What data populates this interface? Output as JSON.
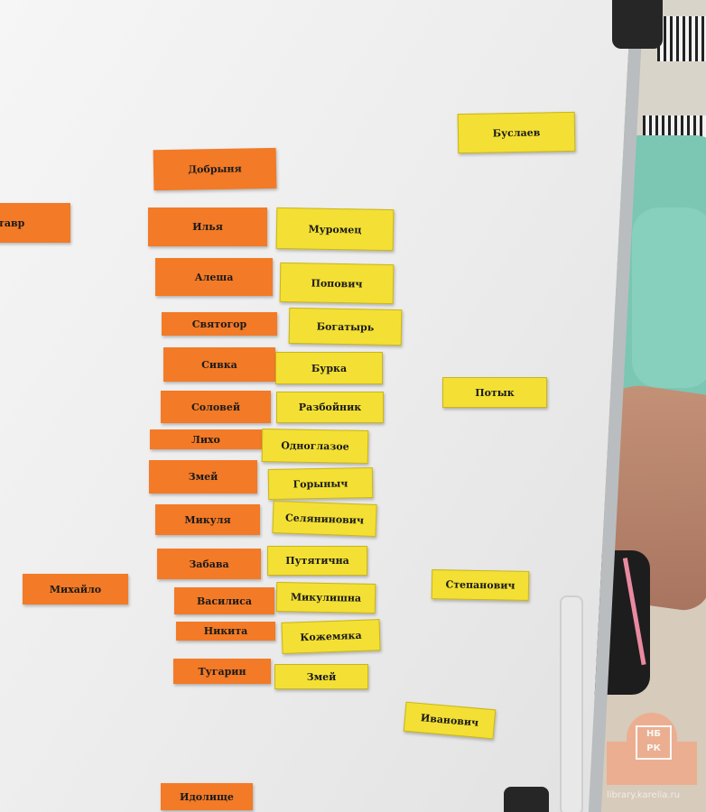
{
  "orange_cards": [
    {
      "id": "dobrynya",
      "label": "Добрыня"
    },
    {
      "id": "tavr",
      "label": "тавр"
    },
    {
      "id": "ilya",
      "label": "Илья"
    },
    {
      "id": "alesha",
      "label": "Алеша"
    },
    {
      "id": "svyatogor",
      "label": "Святогор"
    },
    {
      "id": "sivka",
      "label": "Сивка"
    },
    {
      "id": "solovey",
      "label": "Соловей"
    },
    {
      "id": "likho",
      "label": "Лихо"
    },
    {
      "id": "zmey",
      "label": "Змей"
    },
    {
      "id": "mikulya",
      "label": "Микуля"
    },
    {
      "id": "zabava",
      "label": "Забава"
    },
    {
      "id": "mikhaylo",
      "label": "Михайло"
    },
    {
      "id": "vasilisa",
      "label": "Василиса"
    },
    {
      "id": "nikita",
      "label": "Никита"
    },
    {
      "id": "tugarin",
      "label": "Тугарин"
    },
    {
      "id": "idolishche",
      "label": "Идолище"
    }
  ],
  "yellow_cards": [
    {
      "id": "buslaev",
      "label": "Буслаев"
    },
    {
      "id": "muromets",
      "label": "Муромец"
    },
    {
      "id": "popovich",
      "label": "Попович"
    },
    {
      "id": "bogatyr",
      "label": "Богатырь"
    },
    {
      "id": "burka",
      "label": "Бурка"
    },
    {
      "id": "potyk",
      "label": "Потык"
    },
    {
      "id": "razboynik",
      "label": "Разбойник"
    },
    {
      "id": "odnoglazoe",
      "label": "Одноглазое"
    },
    {
      "id": "gorynych",
      "label": "Горыныч"
    },
    {
      "id": "selyaninovich",
      "label": "Селянинович"
    },
    {
      "id": "putyatichna",
      "label": "Путятична"
    },
    {
      "id": "stepanovich",
      "label": "Степанович"
    },
    {
      "id": "mikulishna",
      "label": "Микулишна"
    },
    {
      "id": "kozhemyaka",
      "label": "Кожемяка"
    },
    {
      "id": "zmey2",
      "label": "Змей"
    },
    {
      "id": "ivanovich",
      "label": "Иванович"
    }
  ],
  "logo": {
    "monogram_top": "НБ",
    "monogram_bottom": "РК"
  },
  "watermark": "library.karelia.ru",
  "colors": {
    "orange_card": "#f37a26",
    "yellow_card": "#f4e034",
    "board": "#f2f2f2"
  }
}
